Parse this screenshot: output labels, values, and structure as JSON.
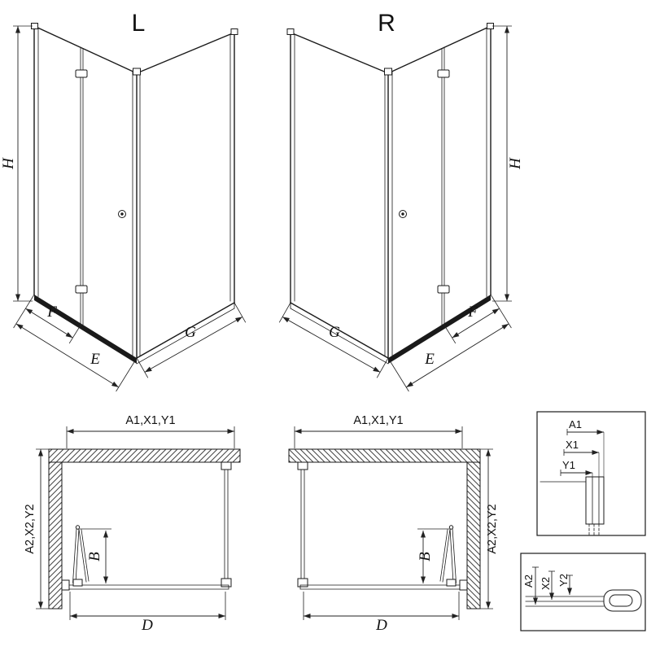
{
  "style": {
    "ink": "#1a1a1a",
    "background": "#ffffff",
    "hatch": "#444444"
  },
  "views": {
    "left": {
      "title": "L",
      "height": "H",
      "segment_f": "F",
      "segment_e": "E",
      "segment_g": "G"
    },
    "right": {
      "title": "R",
      "height": "H",
      "segment_f": "F",
      "segment_e": "E",
      "segment_g": "G"
    }
  },
  "plans": {
    "left": {
      "width_dims": "A1,X1,Y1",
      "depth_dims": "A2,X2,Y2",
      "fold_depth": "B",
      "opening_width": "D"
    },
    "right": {
      "width_dims": "A1,X1,Y1",
      "depth_dims": "A2,X2,Y2",
      "fold_depth": "B",
      "opening_width": "D"
    }
  },
  "details": {
    "top": {
      "dim_a": "A1",
      "dim_x": "X1",
      "dim_y": "Y1"
    },
    "bottom": {
      "dim_a": "A2",
      "dim_x": "X2",
      "dim_y": "Y2"
    }
  }
}
